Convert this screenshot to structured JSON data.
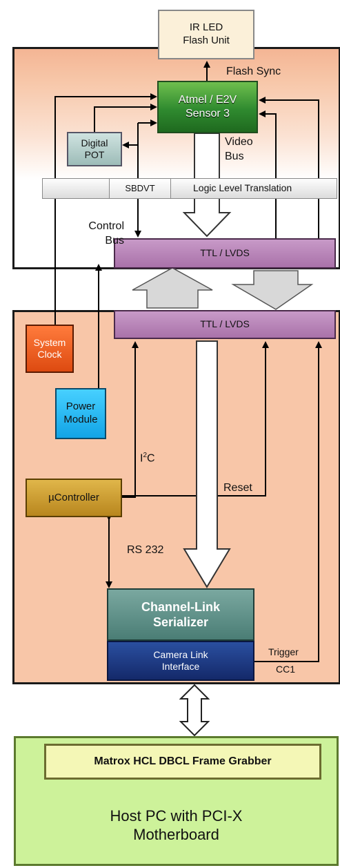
{
  "blocks": {
    "ir_led": "IR LED\nFlash Unit",
    "atmel": "Atmel / E2V\nSensor 3",
    "digital_pot": "Digital\nPOT",
    "sbdvt": "SBDVT",
    "logic_level": "Logic Level Translation",
    "ttl_top": "TTL / LVDS",
    "ttl_bottom": "TTL / LVDS",
    "system_clock": "System\nClock",
    "power_module": "Power\nModule",
    "ucontroller": "µController",
    "serializer": "Channel-Link\nSerializer",
    "camera_link": "Camera Link\nInterface",
    "frame_grabber": "Matrox HCL DBCL Frame Grabber",
    "host_pc": "Host PC with PCI-X\nMotherboard"
  },
  "labels": {
    "flash_sync": "Flash Sync",
    "video_bus": "Video\nBus",
    "control_bus": "Control\nBus",
    "i2c_base": "I",
    "i2c_sup": "2",
    "i2c_tail": "C",
    "reset": "Reset",
    "rs232": "RS 232",
    "trigger": "Trigger",
    "cc1": "CC1"
  },
  "colors": {
    "panel_peach": "#f8c6a8",
    "ttl_purple": "#b07ab0",
    "sensor_green": "#2f8a2f",
    "host_green": "#cdf29a"
  }
}
